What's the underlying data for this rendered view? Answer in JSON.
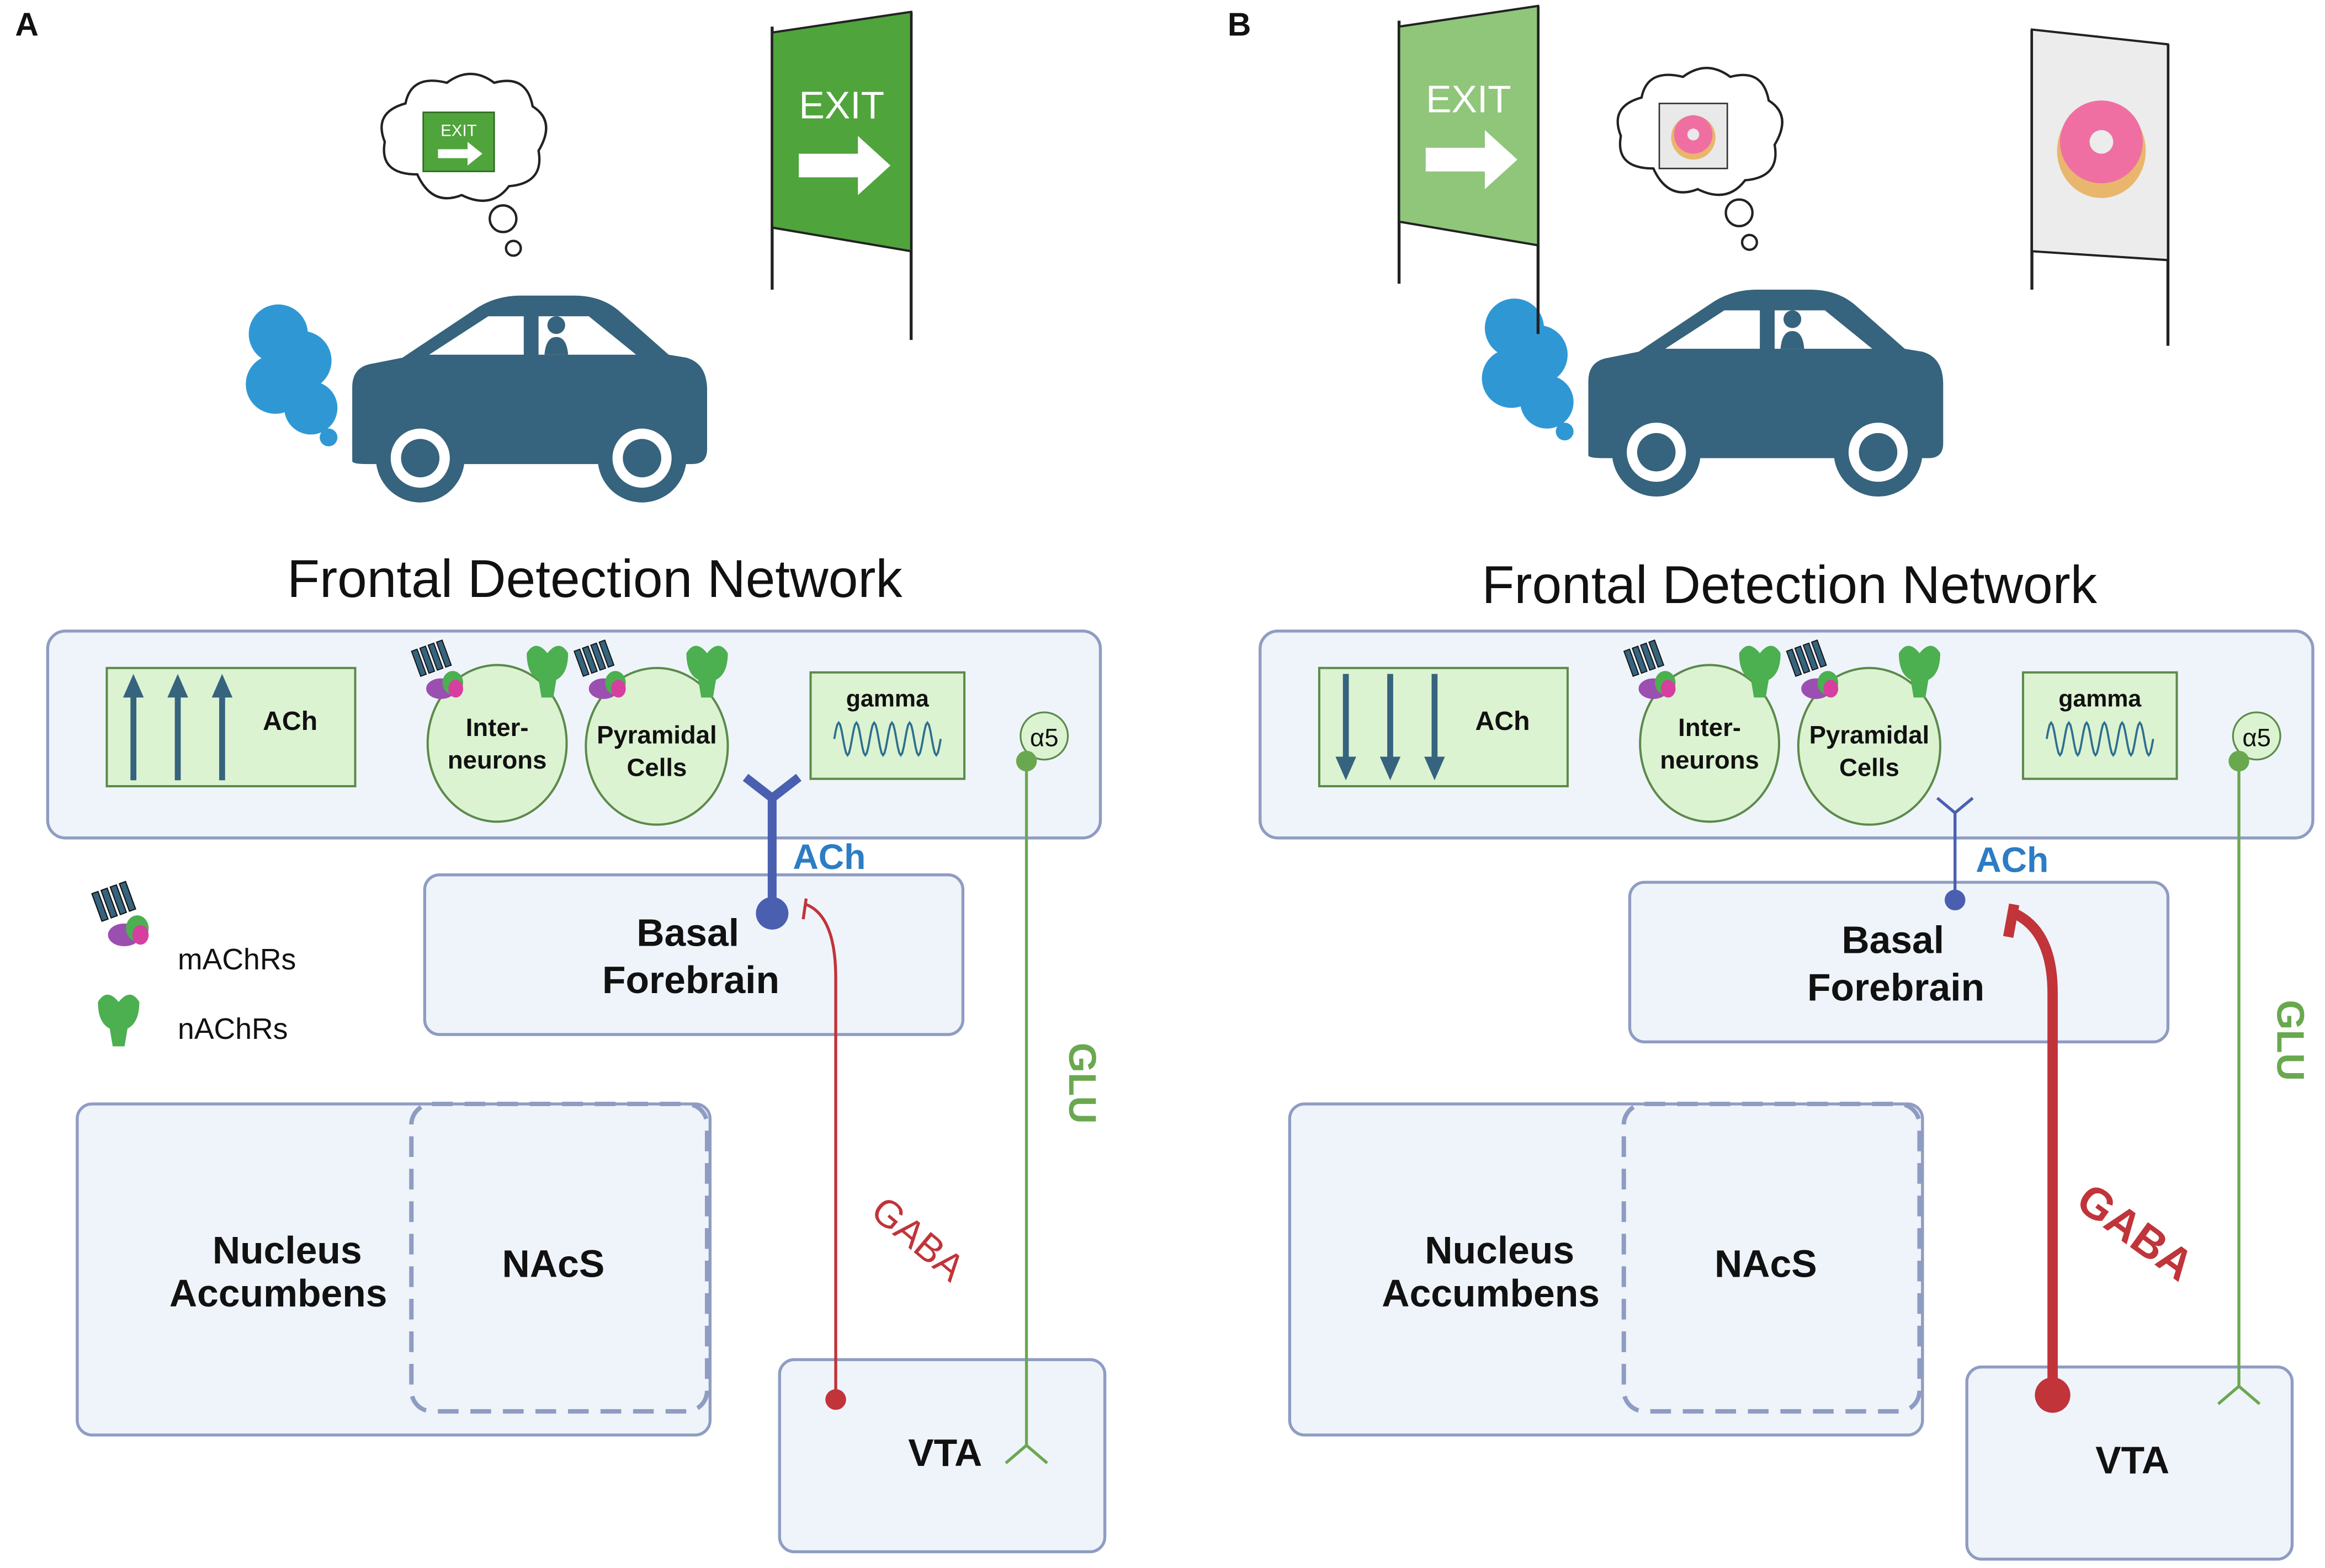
{
  "colors": {
    "car": "#36637d",
    "exhaust": "#2f98d4",
    "exit_sign_a": "#4fa43b",
    "exit_sign_b": "#8fc67a",
    "box_fill": "#eff4fa",
    "box_stroke": "#8f9cc2",
    "inner_fill": "#dcf3d2",
    "inner_stroke": "#5c8a4a",
    "ach_blue": "#2d7cc4",
    "ach_line": "#4a5fb0",
    "gaba_red": "#c0343a",
    "glu_green": "#6aa84f",
    "receptor_purple": "#9b4fb0",
    "receptor_green": "#4caf50",
    "donut_pink": "#ef6fa2",
    "donut_dough": "#e9b66d"
  },
  "panels": [
    {
      "label": "A",
      "exit_sign": "EXIT",
      "thought_sign": "EXIT",
      "title": "Frontal Detection Network",
      "ach_label": "ACh",
      "ach_arrow_direction": "up",
      "interneurons": [
        "Inter-",
        "neurons"
      ],
      "pyramidal": [
        "Pyramidal",
        "Cells"
      ],
      "gamma_label": "gamma",
      "alpha5_label": "α5",
      "projection_ach_label": "ACh",
      "basal_forebrain": [
        "Basal",
        "Forebrain"
      ],
      "nucleus_accumbens": [
        "Nucleus",
        "Accumbens"
      ],
      "nacs_label": "NAcS",
      "vta_label": "VTA",
      "gaba_label": "GABA",
      "glu_label": "GLU",
      "ach_projection_strength": "strong",
      "gaba_projection_strength": "weak"
    },
    {
      "label": "B",
      "exit_sign": "EXIT",
      "title": "Frontal Detection Network",
      "ach_label": "ACh",
      "ach_arrow_direction": "down",
      "interneurons": [
        "Inter-",
        "neurons"
      ],
      "pyramidal": [
        "Pyramidal",
        "Cells"
      ],
      "gamma_label": "gamma",
      "alpha5_label": "α5",
      "projection_ach_label": "ACh",
      "basal_forebrain": [
        "Basal",
        "Forebrain"
      ],
      "nucleus_accumbens": [
        "Nucleus",
        "Accumbens"
      ],
      "nacs_label": "NAcS",
      "vta_label": "VTA",
      "gaba_label": "GABA",
      "glu_label": "GLU",
      "ach_projection_strength": "weak",
      "gaba_projection_strength": "strong"
    }
  ],
  "legend": {
    "machrs": "mAChRs",
    "nachrs": "nAChRs"
  }
}
